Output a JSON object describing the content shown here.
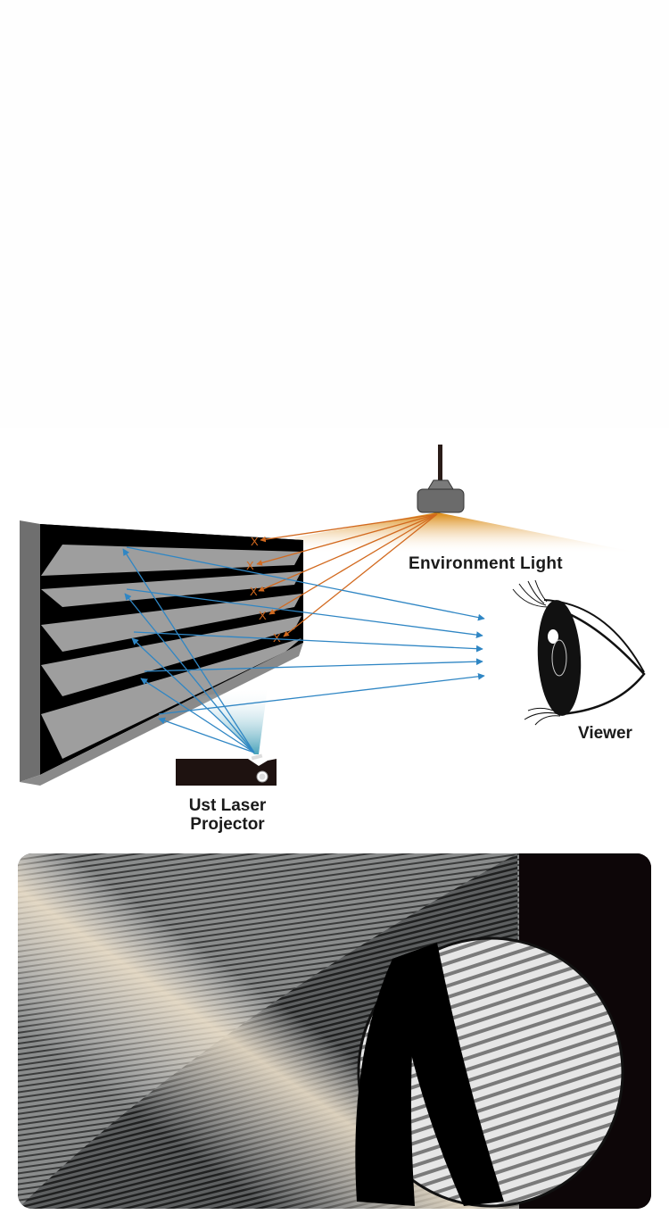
{
  "diagram": {
    "title": "Ambient light rejecting screen diagram",
    "labels": {
      "environment_light": "Environment Light",
      "viewer": "Viewer",
      "projector_line1": "Ust Laser",
      "projector_line2": "Projector"
    },
    "colors": {
      "projector_ray": "#2f86c4",
      "ambient_ray": "#d2691e",
      "ambient_glow": "#e08a10",
      "screen_black": "#000000",
      "screen_gray": "#9a9a9a",
      "lamp_gray": "#6b6b6b"
    },
    "blocked_marker": "X",
    "ambient_rays_count": 5,
    "projector_rays_count": 5
  },
  "photo": {
    "description": "Close-up of ribbed ALR screen surface with magnified circular inset of sawtooth microstructure"
  }
}
